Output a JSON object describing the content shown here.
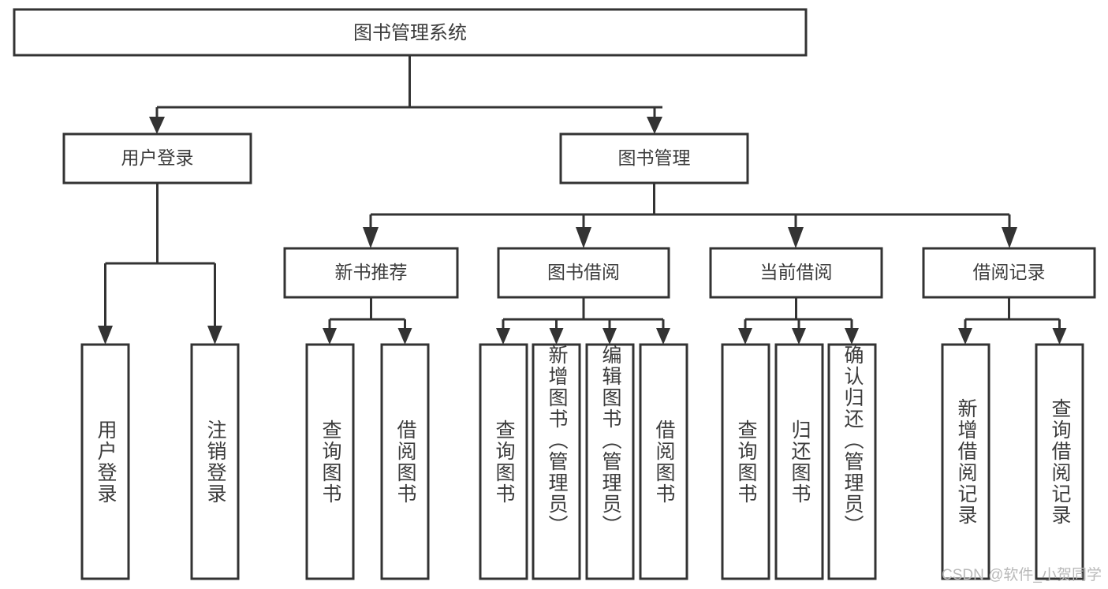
{
  "diagram": {
    "title": "图书管理系统",
    "type": "tree-hierarchy-diagram",
    "colors": {
      "box_fill": "#ffffff",
      "box_stroke": "#333333",
      "text": "#3c3c3c",
      "watermark": "#b9b9b9",
      "background": "#ffffff"
    },
    "root": {
      "label": "图书管理系统"
    },
    "level1": [
      {
        "label": "用户登录"
      },
      {
        "label": "图书管理"
      }
    ],
    "level2": [
      {
        "label": "新书推荐"
      },
      {
        "label": "图书借阅"
      },
      {
        "label": "当前借阅"
      },
      {
        "label": "借阅记录"
      }
    ],
    "leaves": {
      "user_login": [
        {
          "label": "用户登录"
        },
        {
          "label": "注销登录"
        }
      ],
      "new_book_recommend": [
        {
          "label": "查询图书"
        },
        {
          "label": "借阅图书"
        }
      ],
      "book_borrow": [
        {
          "label": "查询图书"
        },
        {
          "label": "新增图书（管理员）"
        },
        {
          "label": "编辑图书（管理员）"
        },
        {
          "label": "借阅图书"
        }
      ],
      "current_borrow": [
        {
          "label": "查询图书"
        },
        {
          "label": "归还图书"
        },
        {
          "label": "确认归还（管理员）"
        }
      ],
      "borrow_record": [
        {
          "label": "新增借阅记录"
        },
        {
          "label": "查询借阅记录"
        }
      ]
    },
    "watermark": "CSDN @软件_小贺同学"
  }
}
